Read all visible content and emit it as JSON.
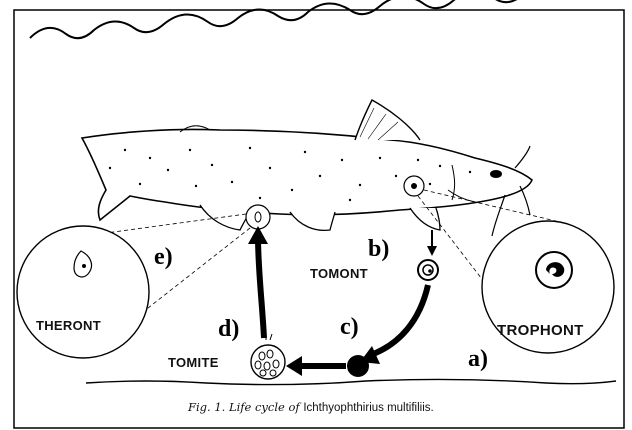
{
  "figure": {
    "caption_prefix": "Fig. 1. Life cycle of",
    "caption_species": "Ichthyophthirius multifiliis.",
    "stages": {
      "theront": "THERONT",
      "tomont": "TOMONT",
      "tomite": "TOMITE",
      "trophont": "TROPHONT"
    },
    "letters": {
      "a": "a)",
      "b": "b)",
      "c": "c)",
      "d": "d)",
      "e": "e)"
    }
  }
}
